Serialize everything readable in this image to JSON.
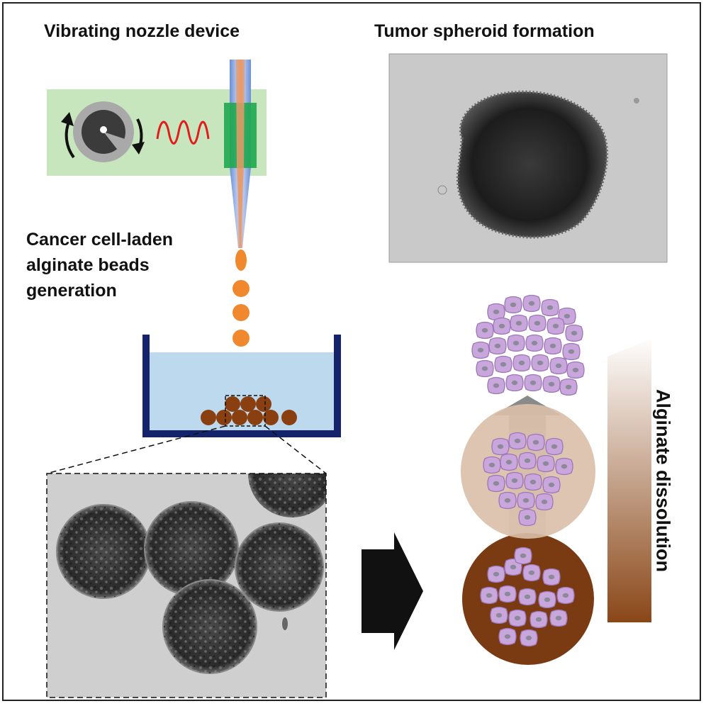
{
  "labels": {
    "device": "Vibrating nozzle device",
    "tumor": "Tumor spheroid formation",
    "generation": [
      "Cancer cell-laden",
      "alginate beads",
      "generation"
    ],
    "dissolution": "Alginate dissolution"
  },
  "colors": {
    "device_panel": "#c7e6bd",
    "nozzle_clamp": "#1fa84f",
    "wave": "#e31b1b",
    "droplet_orange": "#f0882e",
    "droplet_brown": "#8a3f10",
    "bath_water": "#bcd9ee",
    "bath_wall": "#14236b",
    "cell": "#c9a6dc",
    "cell_nucleus": "#8a8a9a",
    "alginate_dense": "#7a3a12",
    "alginate_light": "#d9bfa8"
  },
  "icons": {
    "motor": "rotating-motor-icon",
    "wave": "vibration-wave-icon",
    "arrow": "process-arrow-icon"
  }
}
